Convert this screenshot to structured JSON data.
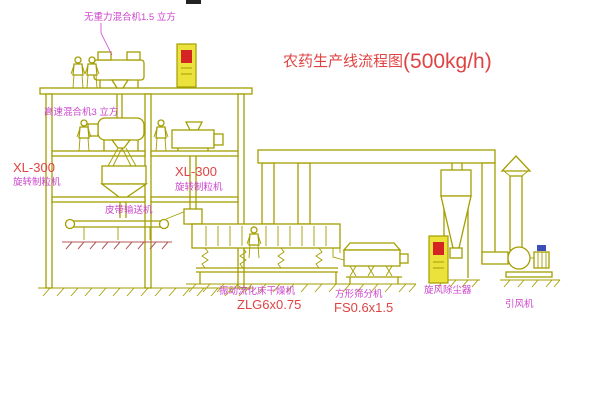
{
  "title": {
    "text": "农药生产线流程图",
    "capacity": "(500kg/h)"
  },
  "labels": {
    "gravity_mixer": "无重力混合机1.5 立方",
    "high_speed_mixer": "高速混合机3 立方",
    "granulator_left": {
      "model": "XL-300",
      "name": "旋转制粒机"
    },
    "granulator_right": {
      "model": "XL-300",
      "name": "旋转制粒机"
    },
    "belt_conveyor": "皮带输送机",
    "dryer": {
      "name": "振动流化床干燥机",
      "model": "ZLG6x0.75"
    },
    "sifter": {
      "name": "方形筛分机",
      "model": "FS0.6x1.5"
    },
    "cyclone": "旋风除尘器",
    "fan": "引风机"
  },
  "colors": {
    "diagram_line": "#a39e00",
    "label_magenta": "#cc44cc",
    "label_red": "#e04343",
    "cabinet_yellow": "#ece23c",
    "cabinet_red": "#d42424",
    "hatch_red": "#b45858",
    "motor_blue": "#3a50b8",
    "background": "#ffffff"
  }
}
